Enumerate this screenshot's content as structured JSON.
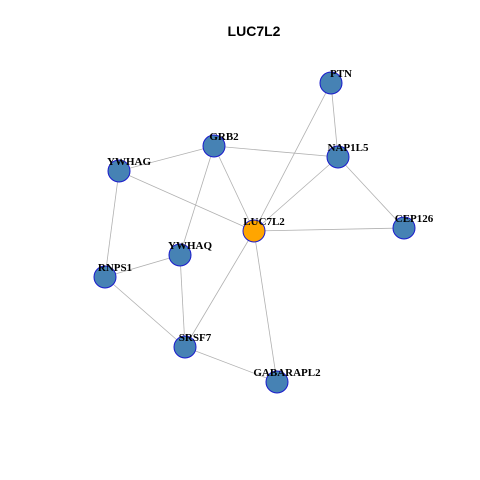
{
  "title": "LUC7L2",
  "colors": {
    "hub": "#FFA500",
    "node": "#4682B4",
    "node_border": "#1A1ACC",
    "edge": "#B0B0B0"
  },
  "nodes": [
    {
      "id": "LUC7L2",
      "label": "LUC7L2",
      "hub": true
    },
    {
      "id": "PTN",
      "label": "PTN"
    },
    {
      "id": "NAP1L5",
      "label": "NAP1L5"
    },
    {
      "id": "GRB2",
      "label": "GRB2"
    },
    {
      "id": "YWHAG",
      "label": "YWHAG"
    },
    {
      "id": "CEP126",
      "label": "CEP126"
    },
    {
      "id": "YWHAQ",
      "label": "YWHAQ"
    },
    {
      "id": "RNPS1",
      "label": "RNPS1"
    },
    {
      "id": "SRSF7",
      "label": "SRSF7"
    },
    {
      "id": "GABARAPL2",
      "label": "GABARAPL2"
    }
  ],
  "edges": [
    [
      "PTN",
      "NAP1L5"
    ],
    [
      "PTN",
      "LUC7L2"
    ],
    [
      "GRB2",
      "NAP1L5"
    ],
    [
      "GRB2",
      "YWHAG"
    ],
    [
      "GRB2",
      "LUC7L2"
    ],
    [
      "GRB2",
      "YWHAQ"
    ],
    [
      "NAP1L5",
      "LUC7L2"
    ],
    [
      "NAP1L5",
      "CEP126"
    ],
    [
      "YWHAG",
      "LUC7L2"
    ],
    [
      "YWHAG",
      "RNPS1"
    ],
    [
      "LUC7L2",
      "CEP126"
    ],
    [
      "LUC7L2",
      "SRSF7"
    ],
    [
      "LUC7L2",
      "GABARAPL2"
    ],
    [
      "YWHAQ",
      "RNPS1"
    ],
    [
      "YWHAQ",
      "SRSF7"
    ],
    [
      "RNPS1",
      "SRSF7"
    ],
    [
      "SRSF7",
      "GABARAPL2"
    ]
  ]
}
